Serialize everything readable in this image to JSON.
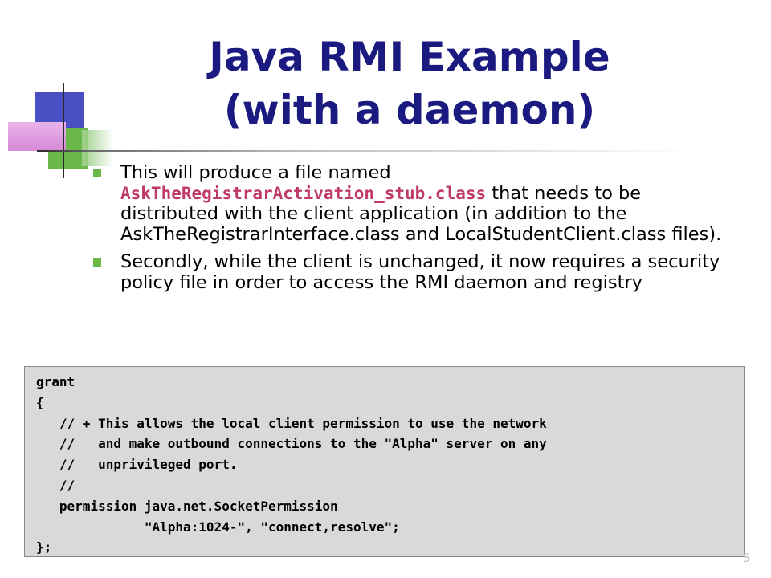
{
  "slide": {
    "title_line1": "Java RMI Example",
    "title_line2": "(with a daemon)",
    "page_number": "5"
  },
  "bullets": [
    {
      "pre": "This will produce a file named ",
      "code": "AskTheRegistrarActivation_stub.class",
      "post": " that needs to be distributed with the client application (in addition to the AskTheRegistrarInterface.class and LocalStudentClient.class files)."
    },
    {
      "text": "Secondly, while the client is unchanged, it now requires a security policy file in order to access the RMI daemon and registry"
    }
  ],
  "code": {
    "lines": [
      "grant",
      "{",
      "   // + This allows the local client permission to use the network",
      "   //   and make outbound connections to the \"Alpha\" server on any",
      "   //   unprivileged port.",
      "   //",
      "   permission java.net.SocketPermission",
      "              \"Alpha:1024-\", \"connect,resolve\";",
      "};"
    ]
  },
  "colors": {
    "title": "#1b1a80",
    "code_highlight": "#c0396b",
    "bullet": "#6ab84a",
    "code_background": "#d9d9d9"
  }
}
